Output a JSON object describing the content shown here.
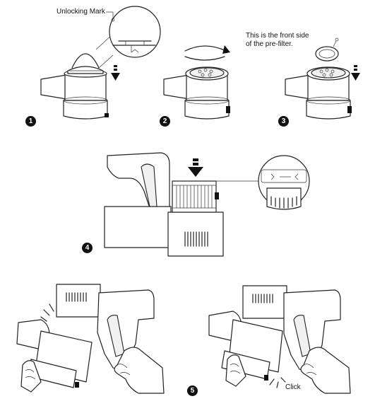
{
  "annotations": {
    "unlocking_mark": "Unlocking Mark",
    "front_side_line1": "This is the front side",
    "front_side_line2": "of the pre-filter.",
    "click": "Click"
  },
  "steps": [
    "1",
    "2",
    "3",
    "4",
    "5"
  ]
}
